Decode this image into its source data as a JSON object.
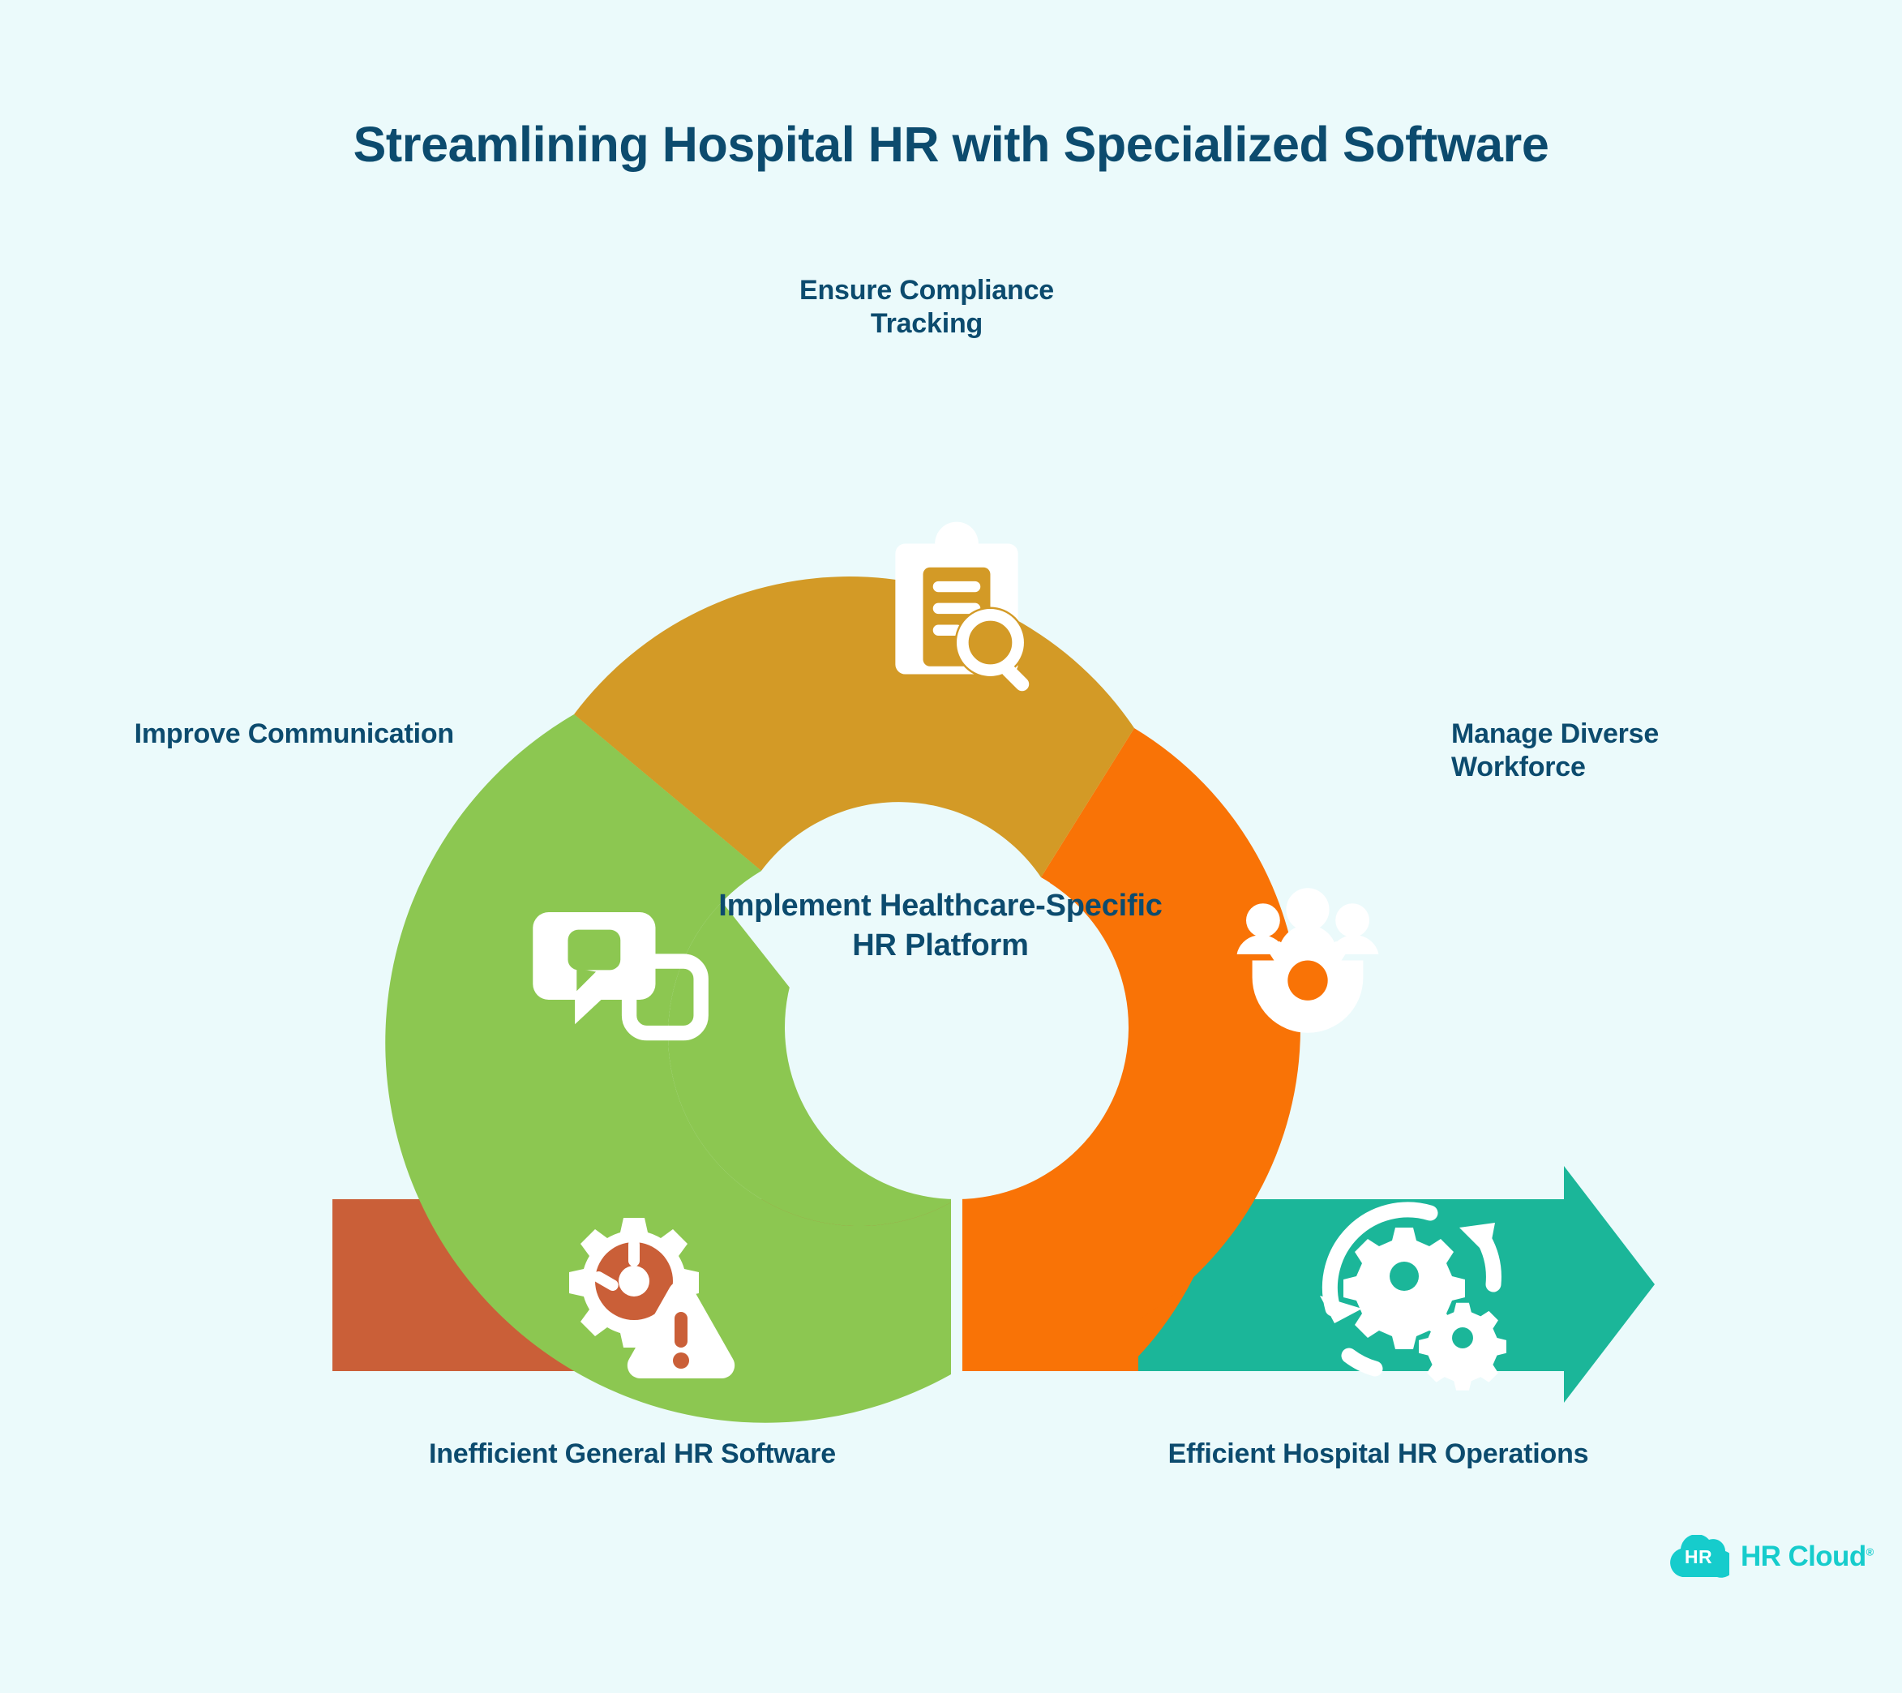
{
  "page": {
    "background_color": "#EBFAFB",
    "text_color": "#0C4B6E"
  },
  "header": {
    "title": "Streamlining Hospital HR with Specialized Software"
  },
  "diagram": {
    "type": "donut-cycle-with-process-arrow",
    "center_label": "Implement Healthcare-Specific HR Platform",
    "segments": [
      {
        "id": "compliance",
        "label": "Ensure Compliance Tracking",
        "color": "#D39A26",
        "icon": "clipboard-search-icon",
        "position": "top"
      },
      {
        "id": "workforce",
        "label": "Manage Diverse Workforce",
        "color": "#F97306",
        "icon": "people-gear-icon",
        "position": "right"
      },
      {
        "id": "communication",
        "label": "Improve Communication",
        "color": "#8CC751",
        "icon": "chat-bubbles-icon",
        "position": "left"
      }
    ],
    "flow": {
      "from": {
        "id": "inefficient",
        "label": "Inefficient General HR Software",
        "color": "#CA5F38",
        "icon": "gear-warning-icon"
      },
      "to": {
        "id": "efficient",
        "label": "Efficient Hospital HR Operations",
        "color": "#1BB699",
        "icon": "gears-refresh-icon"
      }
    }
  },
  "logo": {
    "mark_text": "HR",
    "wordmark": "HR Cloud",
    "registered_mark": "®",
    "color": "#16CCCC",
    "icon": "hr-cloud-logo-icon"
  }
}
